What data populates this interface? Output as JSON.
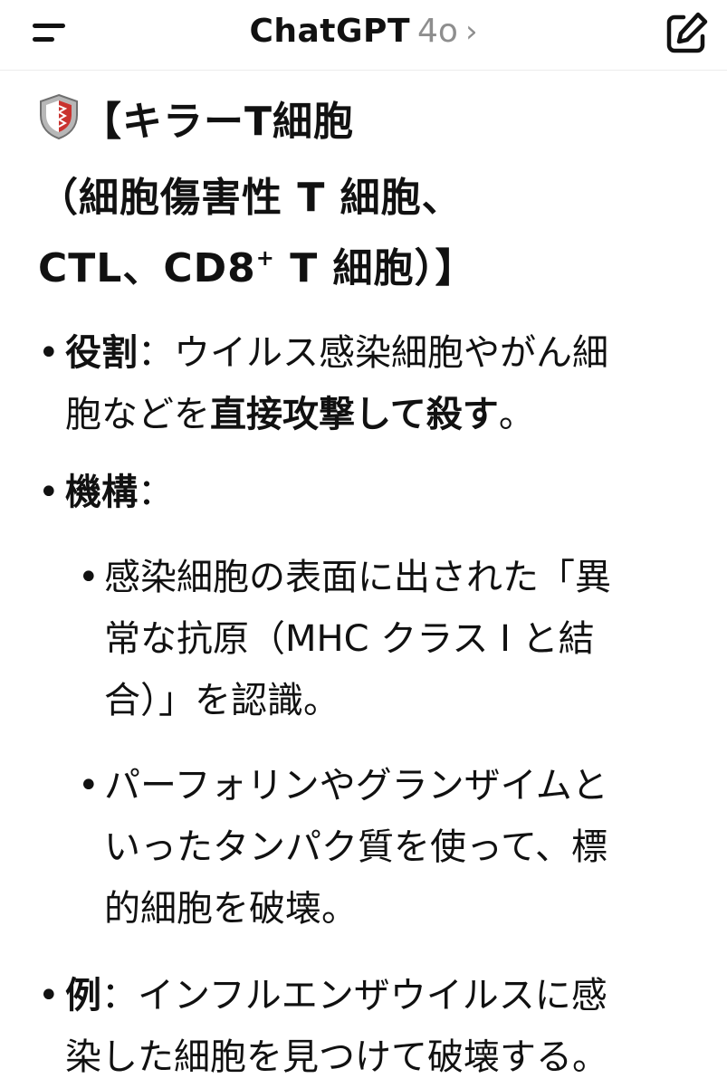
{
  "header": {
    "title": "ChatGPT",
    "model": "4o",
    "chevron": "›",
    "menu_icon": "hamburger-menu-icon",
    "compose_icon": "new-chat-pencil-icon"
  },
  "message": {
    "heading": {
      "icon": "shield-icon",
      "line1": "【キラーT細胞",
      "line2": "（細胞傷害性 T 細胞、",
      "line3_pre": "CTL、CD8",
      "line3_sup": "+",
      "line3_post": " T 細胞）】"
    },
    "bullet": "•",
    "role": {
      "label": "役割",
      "sep": "：",
      "line1": "ウイルス感染細胞やがん細",
      "line2_pre": "胞などを",
      "line2_bold": "直接攻撃して殺す",
      "line2_post": "。"
    },
    "mechanism": {
      "label": "機構",
      "sep": "：",
      "sub_bullet": "•",
      "items": [
        {
          "line1": "感染細胞の表面に出された「異",
          "line2": "常な抗原（MHC クラス I と結",
          "line3": "合）」を認識。"
        },
        {
          "line1": "パーフォリンやグランザイムと",
          "line2": "いったタンパク質を使って、標",
          "line3": "的細胞を破壊。"
        }
      ]
    },
    "example": {
      "label": "例",
      "sep": "：",
      "line1": "インフルエンザウイルスに感",
      "line2": "染した細胞を見つけて破壊する。"
    }
  },
  "colors": {
    "text": "#111111",
    "muted": "#8e8e8e",
    "shield_red": "#c9332f",
    "shield_silver": "#9a9a9a"
  }
}
